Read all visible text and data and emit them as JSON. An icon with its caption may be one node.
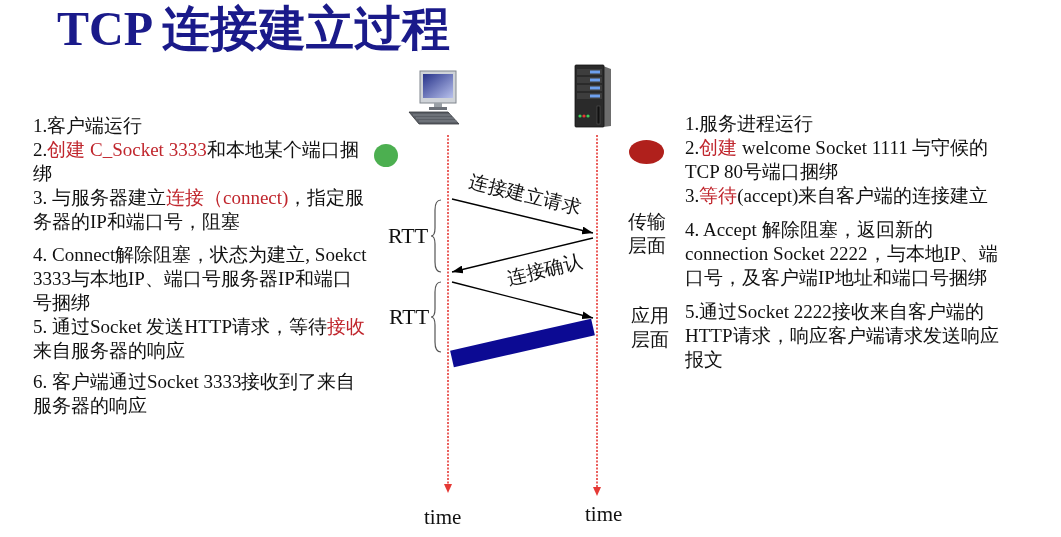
{
  "diagram": {
    "title": "TCP 连接建立过程",
    "nodes": [
      {
        "text": [],
        "shape": "picture"
      },
      {
        "text": [],
        "shape": "picture"
      },
      {
        "text": [],
        "shape": "circle"
      },
      {
        "text": [],
        "shape": "circle"
      },
      {
        "text": [],
        "shape": "bar",
        "beside": [
          "time"
        ]
      },
      {
        "text": [],
        "shape": "bar",
        "beside": [
          "time"
        ]
      }
    ],
    "edges": [
      {
        "from": 4,
        "to": 5,
        "arrow": "to",
        "label": "连接建立请求"
      },
      {
        "from": 5,
        "to": 4,
        "arrow": "to",
        "label": "连接确认"
      },
      {
        "from": 4,
        "to": 5,
        "arrow": "to"
      },
      {
        "from": 5,
        "to": 4,
        "arrow": "none",
        "style": "thick",
        "color": "#0c0a93"
      }
    ],
    "labels": [
      "1.客户端运行",
      "2.**创建 C_Socket 3333**和本地某个端口捆绑",
      "3. 与服务器建立**连接（connect)**，指定服务器的IP和端口号，阻塞",
      "4. Connect解除阻塞，状态为建立, Soekct 3333与本地IP、端口号服务器IP和端口号捆绑",
      "5. 通过Socket 发送HTTP请求，等待**接收**来自服务器的响应",
      "6. 客户端通过Socket 3333接收到了来自服务器的响应",
      "RTT",
      "RTT",
      "传输层面",
      "应用层面",
      "1.服务进程运行",
      "2.**创建** welcome Socket 1111 与守候的TCP 80号端口捆绑",
      "3.**等待**(accept)来自客户端的连接建立",
      "4. Accept 解除阻塞，返回新的 connection Socket 2222，与本地IP、端口号，及客户端IP地址和端口号捆绑",
      "5.通过Socket 2222接收来自客户端的HTTP请求，响应客户端请求发送响应报文"
    ]
  }
}
